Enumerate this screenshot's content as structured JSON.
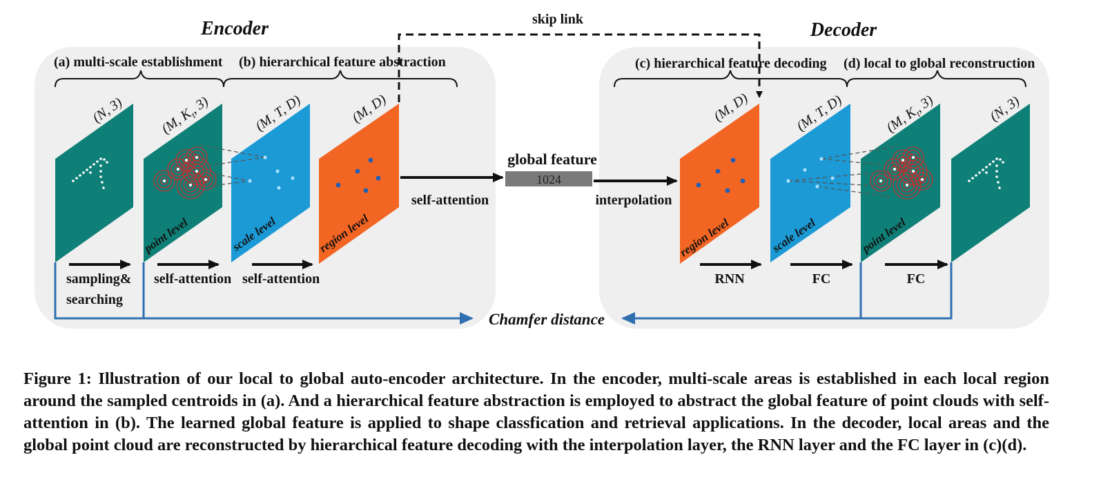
{
  "encoder": {
    "title": "Encoder",
    "section_a": "(a) multi-scale establishment",
    "section_b": "(b) hierarchical feature abstraction",
    "planes": [
      {
        "dim": "(N, 3)",
        "level": ""
      },
      {
        "dim": "(M, K",
        "dim_sub": "t",
        "dim_end": ", 3)",
        "level": "point level"
      },
      {
        "dim": "(M, T, D)",
        "level": "scale level"
      },
      {
        "dim": "(M, D)",
        "level": "region level"
      }
    ],
    "ops": [
      "sampling&",
      "searching",
      "self-attention",
      "self-attention"
    ]
  },
  "decoder": {
    "title": "Decoder",
    "section_c": "(c) hierarchical feature decoding",
    "section_d": "(d) local to global reconstruction",
    "planes": [
      {
        "dim": "(M, D)",
        "level": "region level"
      },
      {
        "dim": "(M, T, D)",
        "level": "scale level"
      },
      {
        "dim": "(M, K",
        "dim_sub": "t",
        "dim_end": ", 3)",
        "level": "point level"
      },
      {
        "dim": "(N, 3)",
        "level": ""
      }
    ],
    "ops": [
      "RNN",
      "FC",
      "FC"
    ]
  },
  "middle": {
    "skip_link": "skip link",
    "global_feature": "global feature",
    "feature_size": "1024",
    "self_attention": "self-attention",
    "interpolation": "interpolation",
    "chamfer": "Chamfer distance"
  },
  "colors": {
    "teal": "#0f8077",
    "blue": "#1b9ad6",
    "orange": "#f26522",
    "panel": "#efefef",
    "chamfer_line": "#2f6fb0",
    "feature_bar": "#7a7a7a"
  },
  "caption": "Figure 1: Illustration of our local to global auto-encoder architecture. In the encoder, multi-scale areas is established in each local region around the sampled centroids in (a). And a hierarchical feature abstraction is employed to abstract the global feature of point clouds with self-attention in (b). The learned global feature is applied to shape classfication and retrieval applications. In the decoder, local areas and the global point cloud are reconstructed by hierarchical feature decoding with the interpolation layer, the RNN layer and the FC layer in (c)(d)."
}
